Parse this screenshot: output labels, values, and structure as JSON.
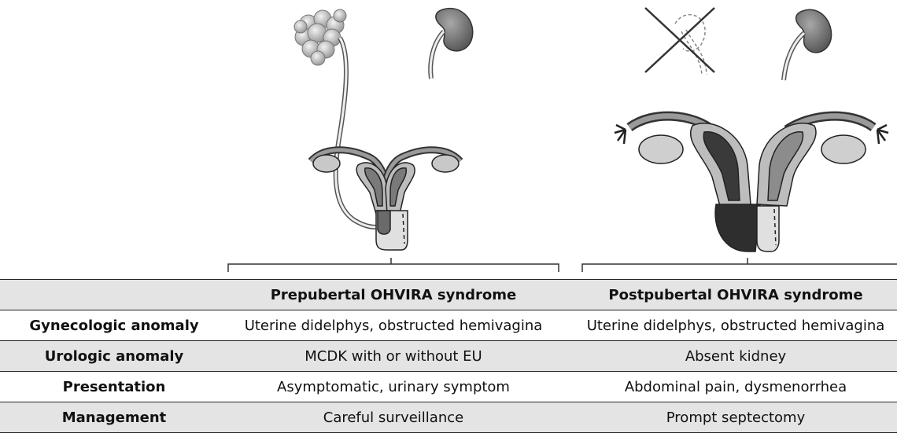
{
  "table": {
    "headers": [
      "",
      "Prepubertal OHVIRA syndrome",
      "Postpubertal OHVIRA syndrome"
    ],
    "rows": [
      {
        "label": "Gynecologic anomaly",
        "prepubertal": "Uterine didelphys, obstructed hemivagina",
        "postpubertal": "Uterine didelphys, obstructed hemivagina"
      },
      {
        "label": "Urologic anomaly",
        "prepubertal": "MCDK with or without EU",
        "postpubertal": "Absent kidney"
      },
      {
        "label": "Presentation",
        "prepubertal": "Asymptomatic, urinary symptom",
        "postpubertal": "Abdominal pain, dysmenorrhea"
      },
      {
        "label": "Management",
        "prepubertal": "Careful surveillance",
        "postpubertal": "Prompt septectomy"
      }
    ]
  },
  "colors": {
    "tissue_light": "#bdbdbd",
    "tissue_mid": "#8c8c8c",
    "tissue_dark": "#3a3a3a",
    "kidney": "#7a7a7a",
    "row_shade": "#e4e4e4"
  },
  "icons": [
    "multicystic-kidney-icon",
    "kidney-icon",
    "absent-kidney-icon",
    "uterus-didelphys-icon"
  ]
}
